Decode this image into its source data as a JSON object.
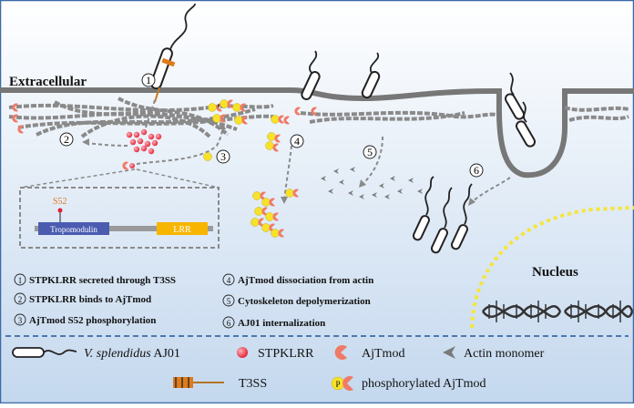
{
  "labels": {
    "extracellular": "Extracellular",
    "nucleus": "Nucleus",
    "s52": "S52",
    "tropomodulin": "Tropomodulin",
    "lrr": "LRR",
    "p": "P"
  },
  "steps": [
    {
      "num": "1",
      "text": "STPKLRR secreted through T3SS"
    },
    {
      "num": "2",
      "text": "STPKLRR binds to AjTmod"
    },
    {
      "num": "3",
      "text": "AjTmod S52 phosphorylation"
    },
    {
      "num": "4",
      "text": "AjTmod dissociation from actin"
    },
    {
      "num": "5",
      "text": "Cytoskeleton depolymerization"
    },
    {
      "num": "6",
      "text": "AJ01 internalization"
    }
  ],
  "legend": {
    "bacterium_italic": "V. splendidus",
    "bacterium_strain": " AJ01",
    "stpklrr": "STPKLRR",
    "ajtmod": "AjTmod",
    "actin": "Actin monomer",
    "t3ss": "T3SS",
    "phospho": "phosphorylated AjTmod"
  },
  "colors": {
    "background_top": "#ffffff",
    "background_bottom": "#c4d8ee",
    "membrane": "#777777",
    "stpklrr": "#e8374a",
    "ajtmod": "#f08070",
    "phospho": "#f7e22a",
    "tropomodulin_box": "#4a5bb0",
    "lrr_box": "#f7b500",
    "dna": "#333333"
  }
}
